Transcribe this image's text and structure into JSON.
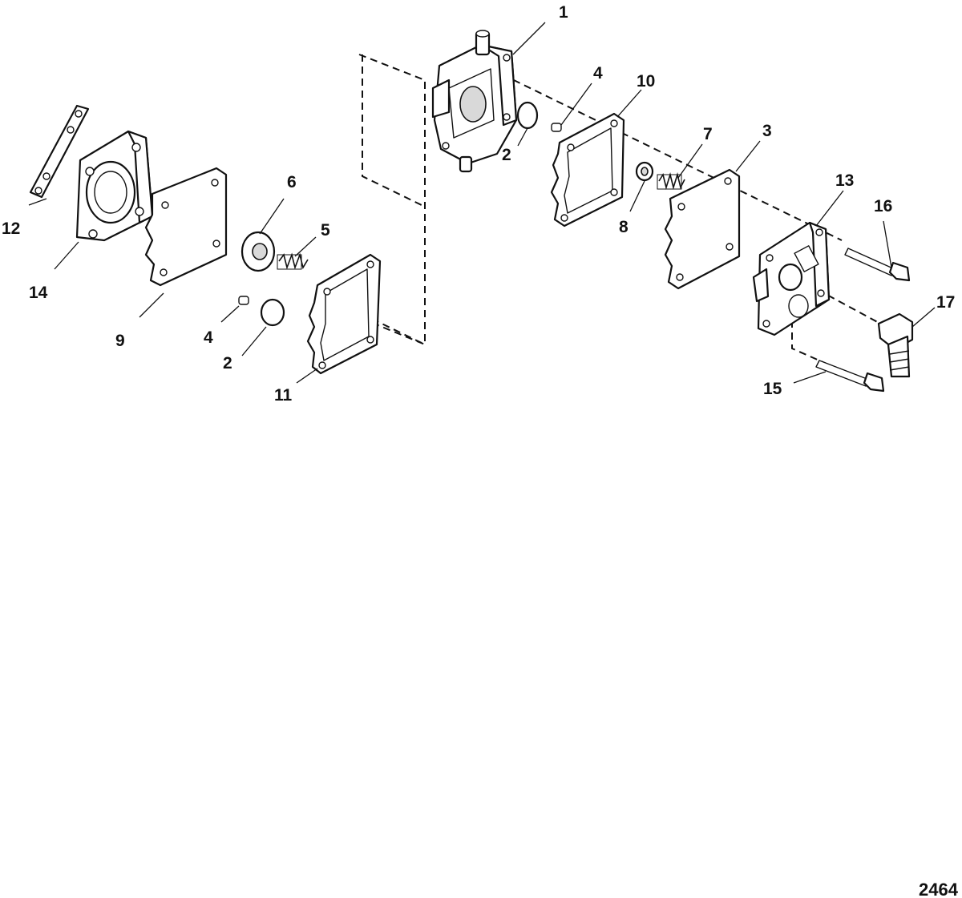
{
  "figure": {
    "reference_number": "2464",
    "callouts": {
      "c1": "1",
      "c2a": "2",
      "c2b": "2",
      "c3": "3",
      "c4a": "4",
      "c4b": "4",
      "c5": "5",
      "c6": "6",
      "c7": "7",
      "c8": "8",
      "c9": "9",
      "c10": "10",
      "c11": "11",
      "c12": "12",
      "c13": "13",
      "c14": "14",
      "c15": "15",
      "c16": "16",
      "c17": "17"
    }
  }
}
